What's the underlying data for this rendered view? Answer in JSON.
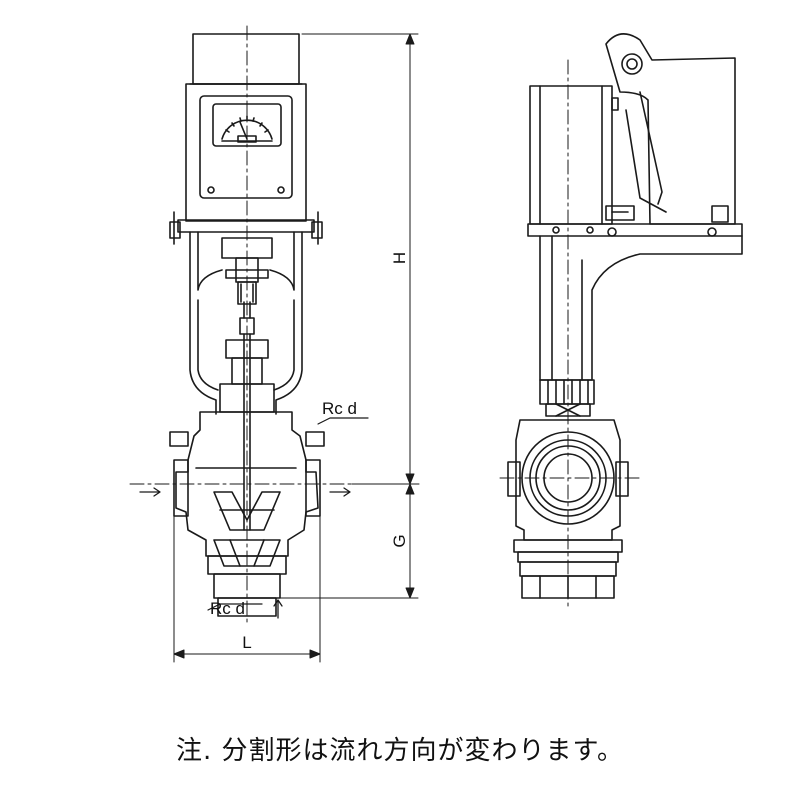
{
  "labels": {
    "height": "H",
    "g_dim": "G",
    "length": "L",
    "port_top": "Rc d",
    "port_bottom": "Rc d"
  },
  "note": "注. 分割形は流れ方向が変わります。"
}
